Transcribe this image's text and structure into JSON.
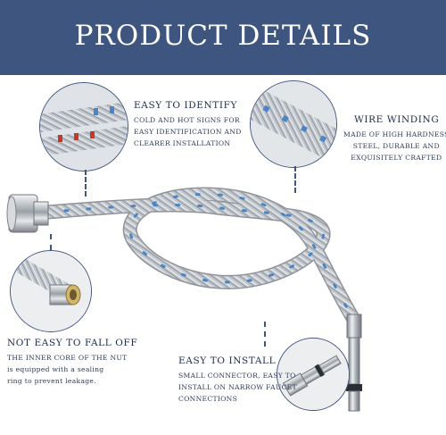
{
  "banner": {
    "title": "PRODUCT DETAILS",
    "background": "#3e5580"
  },
  "callouts": {
    "identify": {
      "title": "EASY TO IDENTIFY",
      "lines": [
        "COLD AND HOT SIGNS FOR",
        "EASY IDENTIFICATION AND",
        "CLEARER INSTALLATION"
      ]
    },
    "winding": {
      "title": "WIRE WINDING",
      "lines": [
        "MADE OF HIGH HARDNESS",
        "STEEL, DURABLE AND",
        "EXQUISITELY CRAFTED"
      ]
    },
    "falloff": {
      "title": "NOT EASY TO FALL OFF",
      "lines": [
        "THE INNER CORE OF THE NUT",
        "is equipped with a sealing",
        "ring to prevent leakage."
      ]
    },
    "install": {
      "title": "EASY TO INSTALL",
      "lines": [
        "SMALL CONNECTOR, EASY TO",
        "INSTALL ON NARROW FAUCET",
        "CONNECTIONS"
      ]
    }
  },
  "colors": {
    "accent": "#3e5580",
    "braid": "#c9cdd2",
    "blue_mark": "#4a86c5",
    "red_mark": "#c0392b"
  },
  "icons": {
    "hose": "braided-hose",
    "nut": "hex-nut-connector",
    "fitting": "threaded-fitting"
  }
}
